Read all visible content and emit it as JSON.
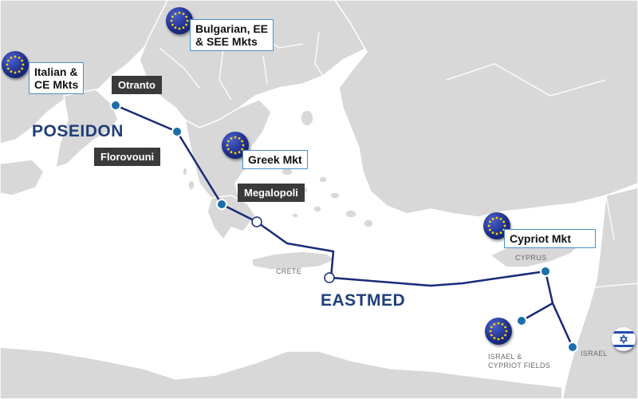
{
  "market_labels": {
    "italian": "Italian &\nCE Mkts",
    "bulgarian": "Bulgarian, EE\n& SEE Mkts",
    "greek": "Greek Mkt",
    "cypriot": "Cypriot Mkt"
  },
  "node_labels": {
    "otranto": "Otranto",
    "florovouni": "Florovouni",
    "megalopoli": "Megalopoli"
  },
  "pipelines": {
    "poseidon": "POSEIDON",
    "eastmed": "EASTMED"
  },
  "places": {
    "crete": "CRETE",
    "cyprus": "CYPRUS",
    "israel": "ISRAEL",
    "fields": "ISRAEL &\nCYPRIOT FIELDS"
  },
  "colors": {
    "sea": "#ffffff",
    "land": "#d8d8d8",
    "border": "#ffffff",
    "pipeline": "#1a2a78",
    "node_filled": "#1b6fa8",
    "label_border": "#4a90c8",
    "dark_label_bg": "#3a3a3a",
    "pipeline_text": "#1f3f7a"
  },
  "icons": {
    "market_flags": "eu-flag-icon",
    "israel_flag": "israel-flag-icon"
  }
}
